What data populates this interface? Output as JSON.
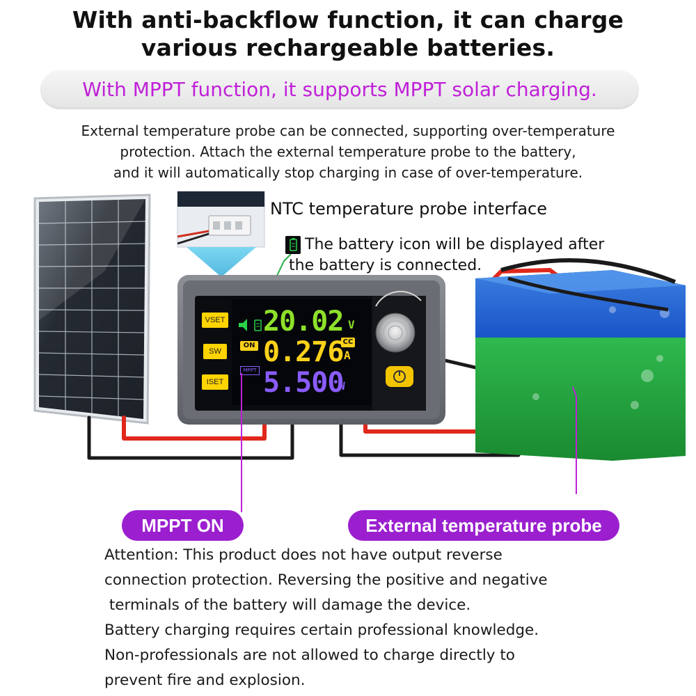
{
  "headline": {
    "line1": "With anti-backflow function, it can charge",
    "line2": "various rechargeable batteries."
  },
  "mppt_banner": "With MPPT function, it supports MPPT solar charging.",
  "description": {
    "line1": "External temperature probe can be connected, supporting over-temperature",
    "line2": "protection. Attach the external temperature probe to the battery,",
    "line3": "and it will automatically stop charging in case of over-temperature."
  },
  "labels": {
    "ntc": "NTC temperature probe interface",
    "battery_icon_line1": "The battery icon will be displayed after",
    "battery_icon_line2": "the battery is connected.",
    "mppt_on": "MPPT ON",
    "ext_probe": "External temperature probe"
  },
  "device": {
    "keys": {
      "vset": "VSET",
      "sw": "SW",
      "iset": "ISET"
    },
    "display": {
      "voltage": "20.02",
      "voltage_unit": "V",
      "current": "0.276",
      "current_unit": "A",
      "mode": "CC",
      "power": "5.500",
      "power_unit": "W",
      "status": "ON",
      "mppt_tag": "MPPT"
    },
    "colors": {
      "voltage": "#8ee02a",
      "current": "#ffd21a",
      "power": "#8a5cff",
      "screen": "#05060a"
    }
  },
  "attention": {
    "line1": "Attention: This product does not have output reverse",
    "line2": "connection protection. Reversing the positive and negative",
    "line3": " terminals of the battery will damage the device.",
    "line4": "Battery charging requires certain professional knowledge.",
    "line5": "Non-professionals are not allowed to charge directly to",
    "line6": "prevent fire and explosion."
  },
  "accent_colors": {
    "magenta": "#c020d8",
    "purple": "#9b1fcf",
    "wire_red": "#e0281c"
  }
}
